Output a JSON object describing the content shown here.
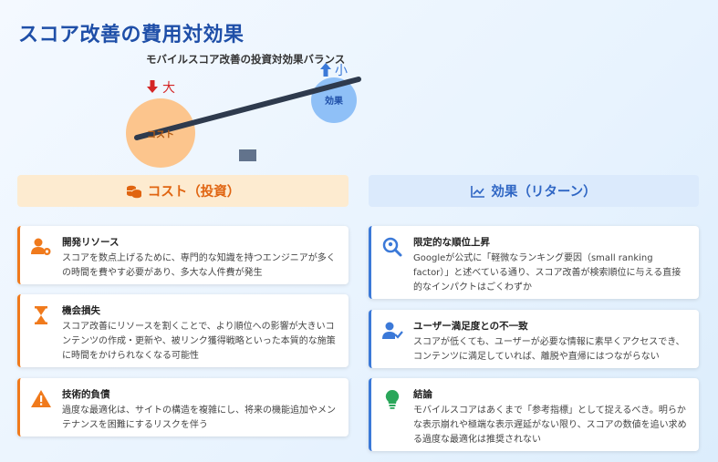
{
  "title": "スコア改善の費用対効果",
  "diagram": {
    "title": "モバイルスコア改善の投資対効果バランス",
    "cost_circle_label": "コスト",
    "effect_circle_label": "効果",
    "cost_marker": "大",
    "effect_marker": "小"
  },
  "columns": {
    "cost": {
      "header": "コスト（投資）",
      "cards": [
        {
          "title": "開発リソース",
          "body": "スコアを数点上げるために、専門的な知識を持つエンジニアが多くの時間を費やす必要があり、多大な人件費が発生"
        },
        {
          "title": "機会損失",
          "body": "スコア改善にリソースを割くことで、より順位への影響が大きいコンテンツの作成・更新や、被リンク獲得戦略といった本質的な施策に時間をかけられなくなる可能性"
        },
        {
          "title": "技術的負債",
          "body": "過度な最適化は、サイトの構造を複雑にし、将来の機能追加やメンテナンスを困難にするリスクを伴う"
        }
      ]
    },
    "effect": {
      "header": "効果（リターン）",
      "cards": [
        {
          "title": "限定的な順位上昇",
          "body": "Googleが公式に「軽微なランキング要因（small ranking factor）」と述べている通り、スコア改善が検索順位に与える直接的なインパクトはごくわずか"
        },
        {
          "title": "ユーザー満足度との不一致",
          "body": "スコアが低くても、ユーザーが必要な情報に素早くアクセスでき、コンテンツに満足していれば、離脱や直帰にはつながらない"
        },
        {
          "title": "結論",
          "body": "モバイルスコアはあくまで「参考指標」として捉えるべき。明らかな表示崩れや極端な表示遅延がない限り、スコアの数値を追い求める過度な最適化は推奨されない"
        }
      ]
    }
  },
  "colors": {
    "cost_accent": "#f07a1c",
    "effect_accent": "#3b79d8",
    "cost_circle": "#fcc58d",
    "effect_circle": "#8fc0f7",
    "beam": "#2e3a4d",
    "title": "#1f4fa8"
  },
  "icons": {
    "cost_header": "coins-icon",
    "effect_header": "chart-line-icon",
    "dev_resource": "user-gear-icon",
    "opportunity_loss": "hourglass-icon",
    "tech_debt": "warning-icon",
    "rank": "search-location-icon",
    "user_satisfaction": "user-check-icon",
    "conclusion": "lightbulb-icon"
  }
}
